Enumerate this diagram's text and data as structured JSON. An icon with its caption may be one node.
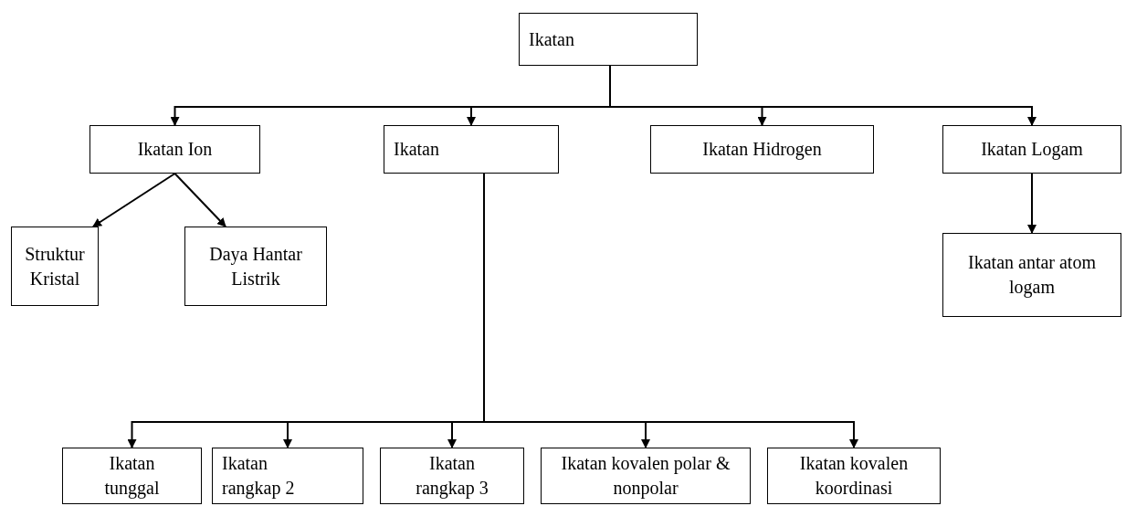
{
  "diagram": {
    "nodes": [
      {
        "text": [
          "Ikatan"
        ]
      },
      {
        "text": [
          "Ikatan Ion"
        ]
      },
      {
        "text": [
          "Ikatan"
        ]
      },
      {
        "text": [
          "Ikatan Hidrogen"
        ]
      },
      {
        "text": [
          "Ikatan Logam"
        ]
      },
      {
        "text": [
          "Struktur Kristal"
        ]
      },
      {
        "text": [
          "Daya Hantar Listrik"
        ]
      },
      {
        "text": [
          "Ikatan antar atom logam"
        ]
      },
      {
        "text": [
          "Ikatan tunggal"
        ]
      },
      {
        "text": [
          "Ikatan rangkap 2"
        ]
      },
      {
        "text": [
          "Ikatan rangkap 3"
        ]
      },
      {
        "text": [
          "Ikatan kovalen polar & nonpolar"
        ]
      },
      {
        "text": [
          "Ikatan kovalen koordinasi"
        ]
      }
    ],
    "edges": [
      {
        "from": 0,
        "to": 1,
        "arrow": "to"
      },
      {
        "from": 0,
        "to": 2,
        "arrow": "to"
      },
      {
        "from": 0,
        "to": 3,
        "arrow": "to"
      },
      {
        "from": 0,
        "to": 4,
        "arrow": "to"
      },
      {
        "from": 1,
        "to": 5,
        "arrow": "to"
      },
      {
        "from": 1,
        "to": 6,
        "arrow": "to"
      },
      {
        "from": 4,
        "to": 7,
        "arrow": "to"
      },
      {
        "from": 2,
        "to": 8,
        "arrow": "to"
      },
      {
        "from": 2,
        "to": 9,
        "arrow": "to"
      },
      {
        "from": 2,
        "to": 10,
        "arrow": "to"
      },
      {
        "from": 2,
        "to": 11,
        "arrow": "to"
      },
      {
        "from": 2,
        "to": 12,
        "arrow": "to"
      }
    ]
  }
}
